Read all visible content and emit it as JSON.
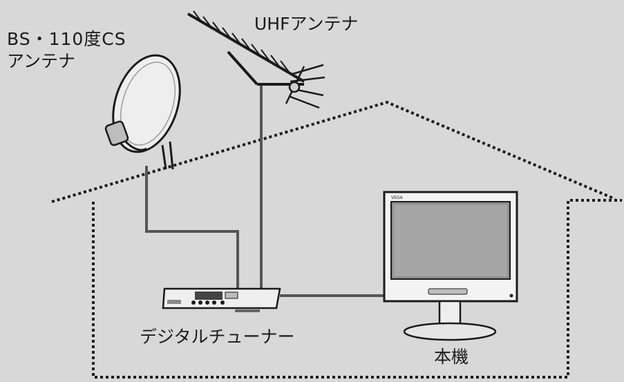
{
  "labels": {
    "bs_antenna_line1": "BS・110度CS",
    "bs_antenna_line2": "アンテナ",
    "uhf_antenna": "UHFアンテナ",
    "digital_tuner": "デジタルチューナー",
    "tv_unit": "本機"
  },
  "tv_logo": "VEGA",
  "colors": {
    "background": "#d8d8d8",
    "ink": "#1a1a1a",
    "cable": "#555555",
    "screen": "#8f8f8f",
    "device_body": "#efefef"
  }
}
